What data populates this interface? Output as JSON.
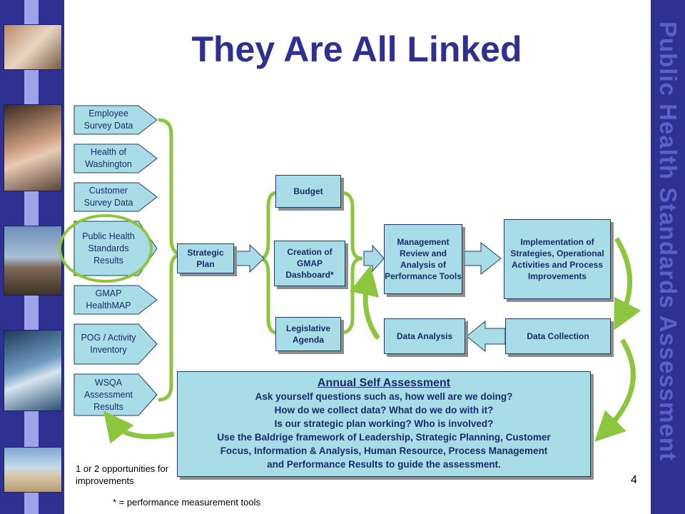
{
  "title": "They Are All Linked",
  "side_title": "Public Health Standards Assessment",
  "photos": [
    "children-photo",
    "hands-photo",
    "runner-photo",
    "lab-worker-photo",
    "beach-couple-photo"
  ],
  "sources": [
    "Employee Survey Data",
    "Health of Washington",
    "Customer Survey Data",
    "Public Health Standards Results",
    "GMAP HealthMAP",
    "POG / Activity Inventory",
    "WSQA Assessment Results"
  ],
  "strategic_plan": "Strategic Plan",
  "budget": "Budget",
  "gmap_dashboard": "Creation of GMAP Dashboard*",
  "legislative_agenda": "Legislative Agenda",
  "management_review": "Management Review and Analysis of Performance Tools",
  "implementation": "Implementation of Strategies, Operational Activities and Process Improvements",
  "data_analysis": "Data Analysis",
  "data_collection": "Data Collection",
  "assessment": {
    "heading": "Annual Self Assessment",
    "lines": [
      "Ask yourself questions such as, how well are we doing?",
      "How do we collect data?  What do we do with it?",
      "Is our strategic plan working?  Who is involved?",
      "Use the Baldrige framework of Leadership, Strategic Planning, Customer",
      "Focus, Information & Analysis, Human Resource, Process Management",
      "and Performance Results to guide the assessment."
    ]
  },
  "opportunities_note": "1 or 2 opportunities for improvements",
  "footnote": "* = performance measurement tools",
  "page_number": "4",
  "colors": {
    "navy": "#2e3192",
    "box_fill": "#a8dde7",
    "green": "#8cc63f"
  }
}
